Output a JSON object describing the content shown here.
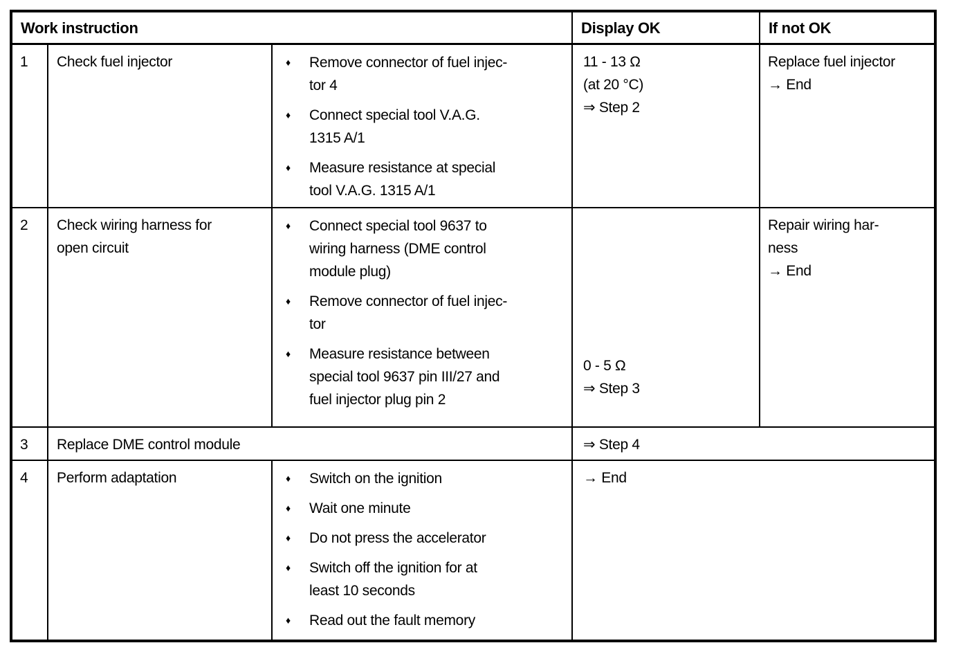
{
  "colors": {
    "text": "#000000",
    "border": "#000000",
    "background": "#ffffff"
  },
  "table": {
    "bullet_glyph": "♦",
    "header": {
      "work_instruction": "Work instruction",
      "display_ok": "Display OK",
      "if_not_ok": "If not OK"
    },
    "rows": [
      {
        "num": "1",
        "instruction": "Check fuel injector",
        "details": [
          "Remove connector of fuel injec-\ntor 4",
          "Connect special tool V.A.G.\n1315 A/1",
          "Measure resistance at special\ntool V.A.G. 1315 A/1"
        ],
        "display_ok": "11 - 13 Ω\n(at 20 °C)\n⇒ Step 2",
        "if_not_ok": "Replace fuel injector\n→ End"
      },
      {
        "num": "2",
        "instruction": "Check wiring harness for\nopen circuit",
        "details": [
          "Connect special tool 9637 to\nwiring harness (DME control\nmodule plug)",
          "Remove connector of fuel injec-\ntor",
          "Measure resistance between\nspecial tool 9637 pin III/27 and\nfuel injector plug pin 2"
        ],
        "display_ok": "0 - 5 Ω\n⇒ Step 3",
        "if_not_ok": "Repair wiring har-\nness\n→ End"
      },
      {
        "num": "3",
        "instruction": "Replace DME control module",
        "result": "⇒ Step 4"
      },
      {
        "num": "4",
        "instruction": "Perform adaptation",
        "details": [
          "Switch on the ignition",
          "Wait one minute",
          "Do not press the accelerator",
          "Switch off the ignition for at\nleast 10 seconds",
          "Read out the fault memory"
        ],
        "result": "→ End"
      }
    ]
  }
}
